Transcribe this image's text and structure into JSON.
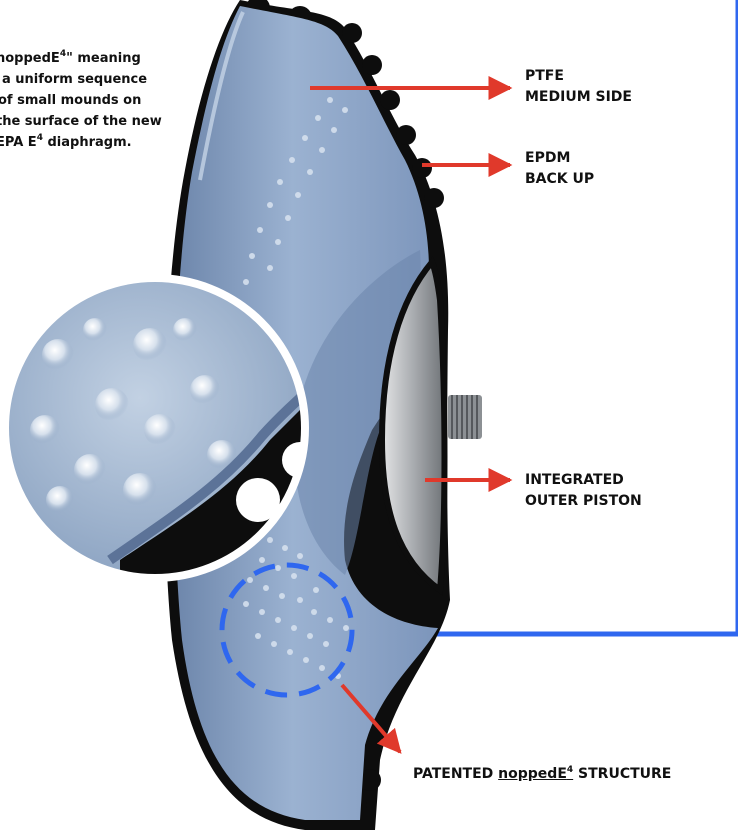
{
  "description": {
    "lines": [
      "noppedE",
      "\" meaning",
      "a uniform sequence",
      "of small mounds on",
      "the surface of the new",
      "EPA E",
      "diaphragm."
    ],
    "sup": "4"
  },
  "labels": {
    "ptfe": {
      "line1": "PTFE",
      "line2": "MEDIUM SIDE"
    },
    "epdm": {
      "line1": "EPDM",
      "line2": "BACK UP"
    },
    "piston": {
      "line1": "INTEGRATED",
      "line2": "OUTER PISTON"
    },
    "structure": {
      "prefix": "PATENTED",
      "brand": "noppedE",
      "sup": "4",
      "suffix": "STRUCTURE"
    }
  },
  "colors": {
    "arrow": "#e0392b",
    "frame": "#2f67ef",
    "diaphragm": "#8aa3c6",
    "backing": "#0d0d0d",
    "piston": "#b9bcbf"
  },
  "icons": [
    "diaphragm-illustration",
    "magnifier-inset",
    "dashed-highlight-circle"
  ]
}
